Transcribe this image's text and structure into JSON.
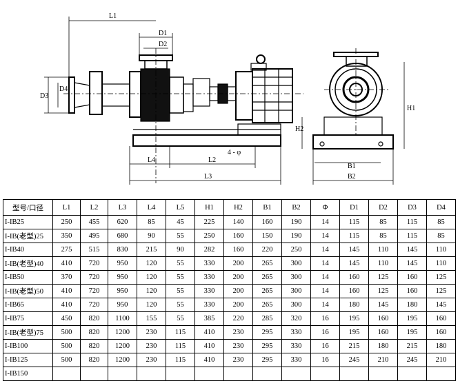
{
  "drawing": {
    "labels": {
      "L1": "L1",
      "D1": "D1",
      "D2": "D2",
      "D3": "D3",
      "D4": "D4",
      "H1": "H1",
      "H2": "H2",
      "L4": "L4",
      "L2": "L2",
      "L3": "L3",
      "phi": "4 - φ",
      "B1": "B1",
      "B2": "B2"
    }
  },
  "table": {
    "headers": [
      "型号/口径",
      "L1",
      "L2",
      "L3",
      "L4",
      "L5",
      "H1",
      "H2",
      "B1",
      "B2",
      "Φ",
      "D1",
      "D2",
      "D3",
      "D4"
    ],
    "rows": [
      [
        "I-IB25",
        "250",
        "455",
        "620",
        "85",
        "45",
        "225",
        "140",
        "160",
        "190",
        "14",
        "115",
        "85",
        "115",
        "85"
      ],
      [
        "I-IB(老型)25",
        "350",
        "495",
        "680",
        "90",
        "55",
        "250",
        "160",
        "150",
        "190",
        "14",
        "115",
        "85",
        "115",
        "85"
      ],
      [
        "I-IB40",
        "275",
        "515",
        "830",
        "215",
        "90",
        "282",
        "160",
        "220",
        "250",
        "14",
        "145",
        "110",
        "145",
        "110"
      ],
      [
        "I-IB(老型)40",
        "410",
        "720",
        "950",
        "120",
        "55",
        "330",
        "200",
        "265",
        "300",
        "14",
        "145",
        "110",
        "145",
        "110"
      ],
      [
        "I-IB50",
        "370",
        "720",
        "950",
        "120",
        "55",
        "330",
        "200",
        "265",
        "300",
        "14",
        "160",
        "125",
        "160",
        "125"
      ],
      [
        "I-IB(老型)50",
        "410",
        "720",
        "950",
        "120",
        "55",
        "330",
        "200",
        "265",
        "300",
        "14",
        "160",
        "125",
        "160",
        "125"
      ],
      [
        "I-IB65",
        "410",
        "720",
        "950",
        "120",
        "55",
        "330",
        "200",
        "265",
        "300",
        "14",
        "180",
        "145",
        "180",
        "145"
      ],
      [
        "I-IB75",
        "450",
        "820",
        "1100",
        "155",
        "55",
        "385",
        "220",
        "285",
        "320",
        "16",
        "195",
        "160",
        "195",
        "160"
      ],
      [
        "I-IB(老型)75",
        "500",
        "820",
        "1200",
        "230",
        "115",
        "410",
        "230",
        "295",
        "330",
        "16",
        "195",
        "160",
        "195",
        "160"
      ],
      [
        "I-IB100",
        "500",
        "820",
        "1200",
        "230",
        "115",
        "410",
        "230",
        "295",
        "330",
        "16",
        "215",
        "180",
        "215",
        "180"
      ],
      [
        "I-IB125",
        "500",
        "820",
        "1200",
        "230",
        "115",
        "410",
        "230",
        "295",
        "330",
        "16",
        "245",
        "210",
        "245",
        "210"
      ],
      [
        "I-IB150",
        "",
        "",
        "",
        "",
        "",
        "",
        "",
        "",
        "",
        "",
        "",
        "",
        "",
        ""
      ]
    ]
  }
}
